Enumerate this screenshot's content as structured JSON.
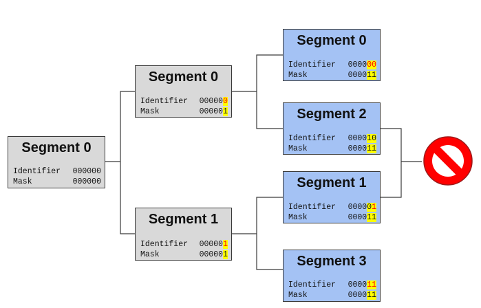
{
  "nodes": {
    "root": {
      "title": "Segment 0",
      "identifier_label": "Identifier",
      "identifier_value": "000000",
      "mask_label": "Mask",
      "mask_value": "000000"
    },
    "l1_top": {
      "title": "Segment 0",
      "identifier_label": "Identifier",
      "identifier_prefix": "00000",
      "identifier_marked": "0",
      "mask_label": "Mask",
      "mask_prefix": "00000",
      "mask_marked": "1"
    },
    "l1_bottom": {
      "title": "Segment 1",
      "identifier_label": "Identifier",
      "identifier_prefix": "00000",
      "identifier_marked": "1",
      "mask_label": "Mask",
      "mask_prefix": "00000",
      "mask_marked": "1"
    },
    "l2_a": {
      "title": "Segment 0",
      "identifier_label": "Identifier",
      "identifier_prefix": "0000",
      "identifier_marked_1": "0",
      "identifier_marked_2": "0",
      "mask_label": "Mask",
      "mask_prefix": "0000",
      "mask_marked": "11"
    },
    "l2_b": {
      "title": "Segment 2",
      "identifier_label": "Identifier",
      "identifier_prefix": "0000",
      "identifier_marked": "10",
      "mask_label": "Mask",
      "mask_prefix": "0000",
      "mask_marked": "11"
    },
    "l2_c": {
      "title": "Segment 1",
      "identifier_label": "Identifier",
      "identifier_prefix": "0000",
      "identifier_marked_1": "0",
      "identifier_marked_2": "1",
      "mask_label": "Mask",
      "mask_prefix": "0000",
      "mask_marked": "11"
    },
    "l2_d": {
      "title": "Segment 3",
      "identifier_label": "Identifier",
      "identifier_prefix": "0000",
      "identifier_marked": "11",
      "mask_label": "Mask",
      "mask_prefix": "0000",
      "mask_marked": "11"
    }
  },
  "colors": {
    "grey_box": "#d9d9d9",
    "blue_box": "#a4c2f4",
    "highlight": "#ffff00",
    "red_digit": "#ff0000",
    "stop_red": "#ff0000"
  },
  "icons": {
    "blocked": "prohibited-icon"
  }
}
